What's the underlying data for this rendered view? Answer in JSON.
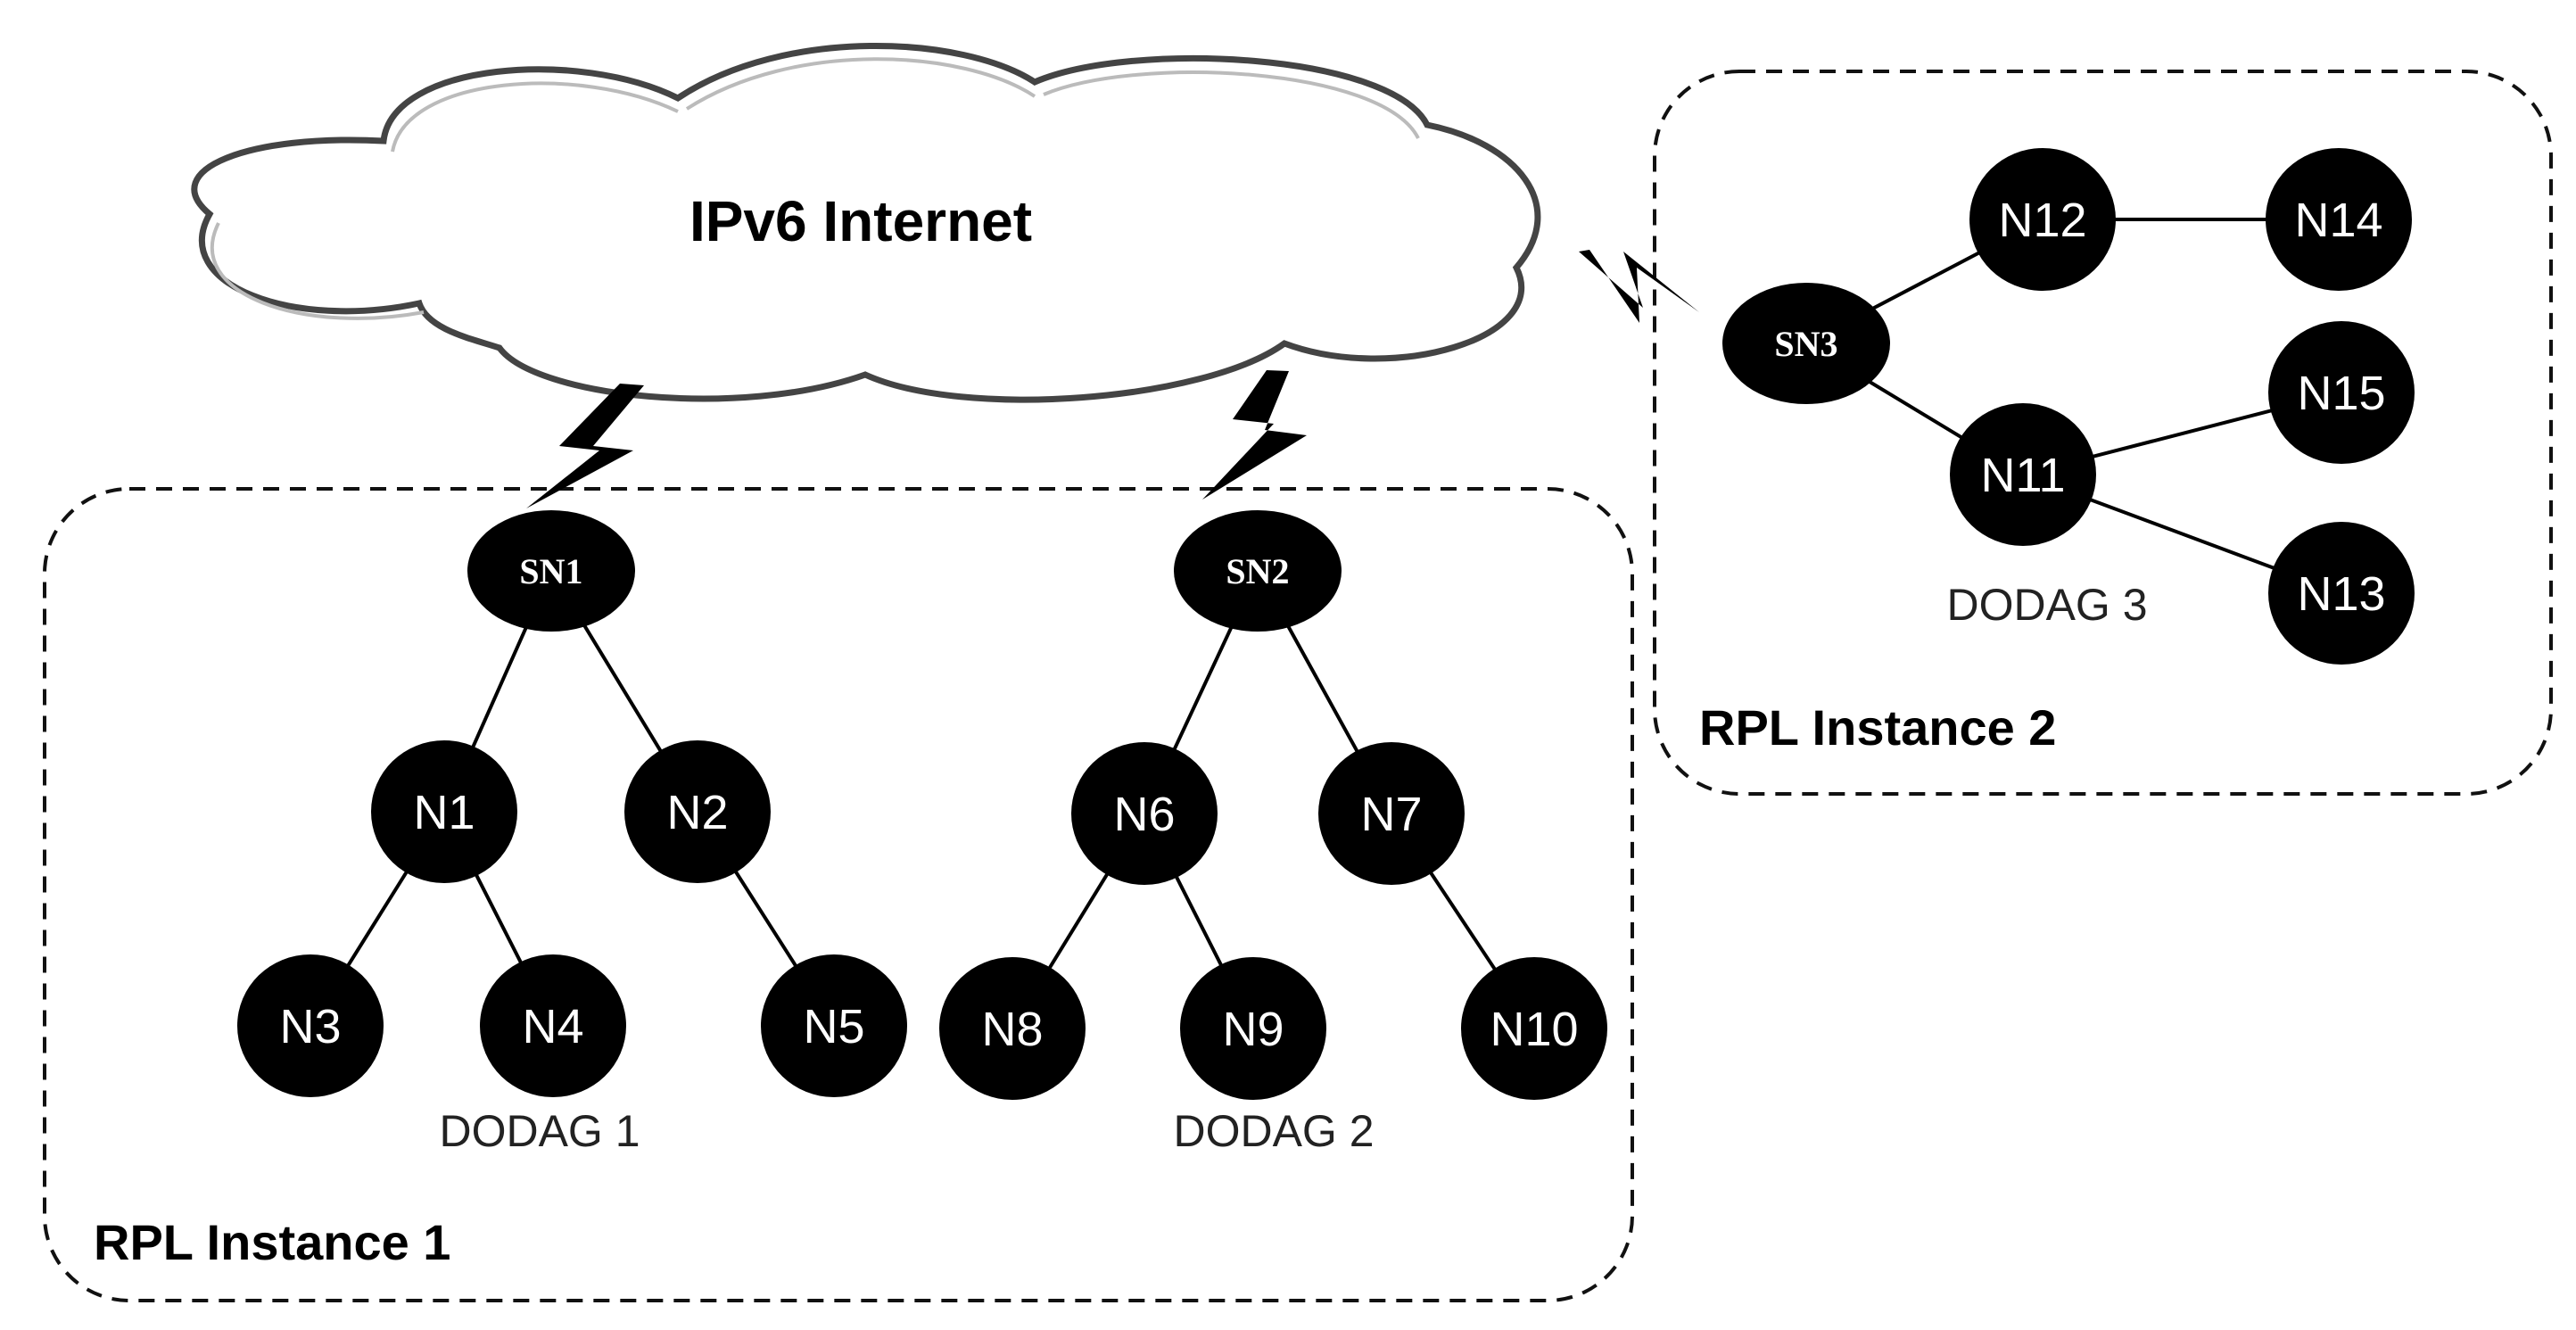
{
  "cloud": {
    "title": "IPv6 Internet"
  },
  "instances": [
    {
      "id": "instance1",
      "label": "RPL Instance 1"
    },
    {
      "id": "instance2",
      "label": "RPL Instance 2"
    }
  ],
  "dodags": [
    {
      "id": "dodag1",
      "label": "DODAG 1"
    },
    {
      "id": "dodag2",
      "label": "DODAG 2"
    },
    {
      "id": "dodag3",
      "label": "DODAG 3"
    }
  ],
  "nodes": {
    "sn1": "SN1",
    "sn2": "SN2",
    "sn3": "SN3",
    "n1": "N1",
    "n2": "N2",
    "n3": "N3",
    "n4": "N4",
    "n5": "N5",
    "n6": "N6",
    "n7": "N7",
    "n8": "N8",
    "n9": "N9",
    "n10": "N10",
    "n11": "N11",
    "n12": "N12",
    "n13": "N13",
    "n14": "N14",
    "n15": "N15"
  },
  "edges": [
    [
      "sn1",
      "n1"
    ],
    [
      "sn1",
      "n2"
    ],
    [
      "n1",
      "n3"
    ],
    [
      "n1",
      "n4"
    ],
    [
      "n2",
      "n5"
    ],
    [
      "sn2",
      "n6"
    ],
    [
      "sn2",
      "n7"
    ],
    [
      "n6",
      "n8"
    ],
    [
      "n6",
      "n9"
    ],
    [
      "n7",
      "n10"
    ],
    [
      "sn3",
      "n12"
    ],
    [
      "sn3",
      "n11"
    ],
    [
      "n12",
      "n14"
    ],
    [
      "n11",
      "n15"
    ],
    [
      "n11",
      "n13"
    ]
  ],
  "wireless_links": [
    {
      "from": "cloud",
      "to": "sn1"
    },
    {
      "from": "cloud",
      "to": "sn2"
    },
    {
      "from": "cloud",
      "to": "sn3"
    }
  ]
}
